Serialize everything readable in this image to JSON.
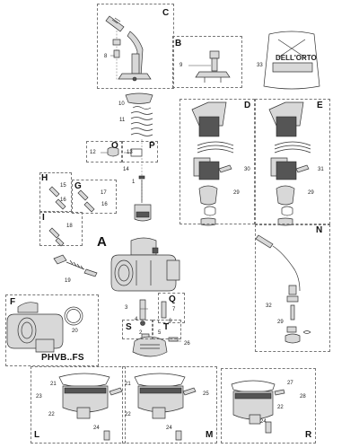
{
  "diagram": {
    "main_assembly_label": "A",
    "carburetor_model": "PHVB..FS",
    "kit_brand": "DELL'ORTO",
    "groups": {
      "B": "B",
      "C": "C",
      "D": "D",
      "E": "E",
      "F": "F",
      "G": "G",
      "H": "H",
      "I": "I",
      "L": "L",
      "M": "M",
      "N": "N",
      "O": "O",
      "P": "P",
      "Q": "Q",
      "R": "R",
      "S": "S",
      "T": "T"
    },
    "part_numbers": {
      "p1": "1",
      "p2": "2",
      "p3": "3",
      "p4": "4",
      "p5": "5",
      "p6": "6",
      "p7": "7",
      "p8": "8",
      "p9": "9",
      "p10": "10",
      "p11": "11",
      "p12": "12",
      "p13": "13",
      "p14": "14",
      "p15": "15",
      "p16a": "16",
      "p16b": "16",
      "p17": "17",
      "p18": "18",
      "p19": "19",
      "p20": "20",
      "p21a": "21",
      "p21b": "21",
      "p22a": "22",
      "p22b": "22",
      "p22c": "22",
      "p23": "23",
      "p24a": "24",
      "p24b": "24",
      "p24c": "24",
      "p25": "25",
      "p26": "26",
      "p27": "27",
      "p28": "28",
      "p29a": "29",
      "p29b": "29",
      "p29c": "29",
      "p30": "30",
      "p31": "31",
      "p32": "32",
      "p33": "33"
    }
  }
}
